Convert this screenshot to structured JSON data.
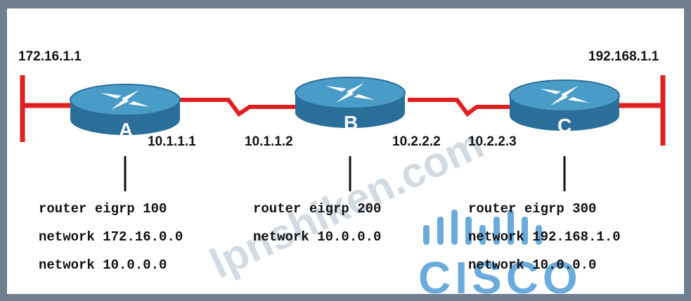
{
  "colors": {
    "link": "#e02020",
    "router_top": "#4a9cc8",
    "router_side": "#2a6f9a",
    "background": "#6f7f8f",
    "cisco_blue": "#3a8fd0"
  },
  "left_lan": {
    "address": "172.16.1.1"
  },
  "right_lan": {
    "address": "192.168.1.1"
  },
  "routers": [
    {
      "name": "A",
      "icon": "router-icon",
      "right_interface": "10.1.1.1",
      "config": [
        "router eigrp 100",
        "network 172.16.0.0",
        "network 10.0.0.0"
      ]
    },
    {
      "name": "B",
      "icon": "router-icon",
      "left_interface": "10.1.1.2",
      "right_interface": "10.2.2.2",
      "config": [
        "router eigrp 200",
        "network 10.0.0.0"
      ]
    },
    {
      "name": "C",
      "icon": "router-icon",
      "left_interface": "10.2.2.3",
      "config": [
        "router eigrp 300",
        "network 192.168.1.0",
        "network 10.0.0.0"
      ]
    }
  ],
  "watermark": {
    "text": "lpnshiken.com",
    "logo_text": "CISCO"
  }
}
